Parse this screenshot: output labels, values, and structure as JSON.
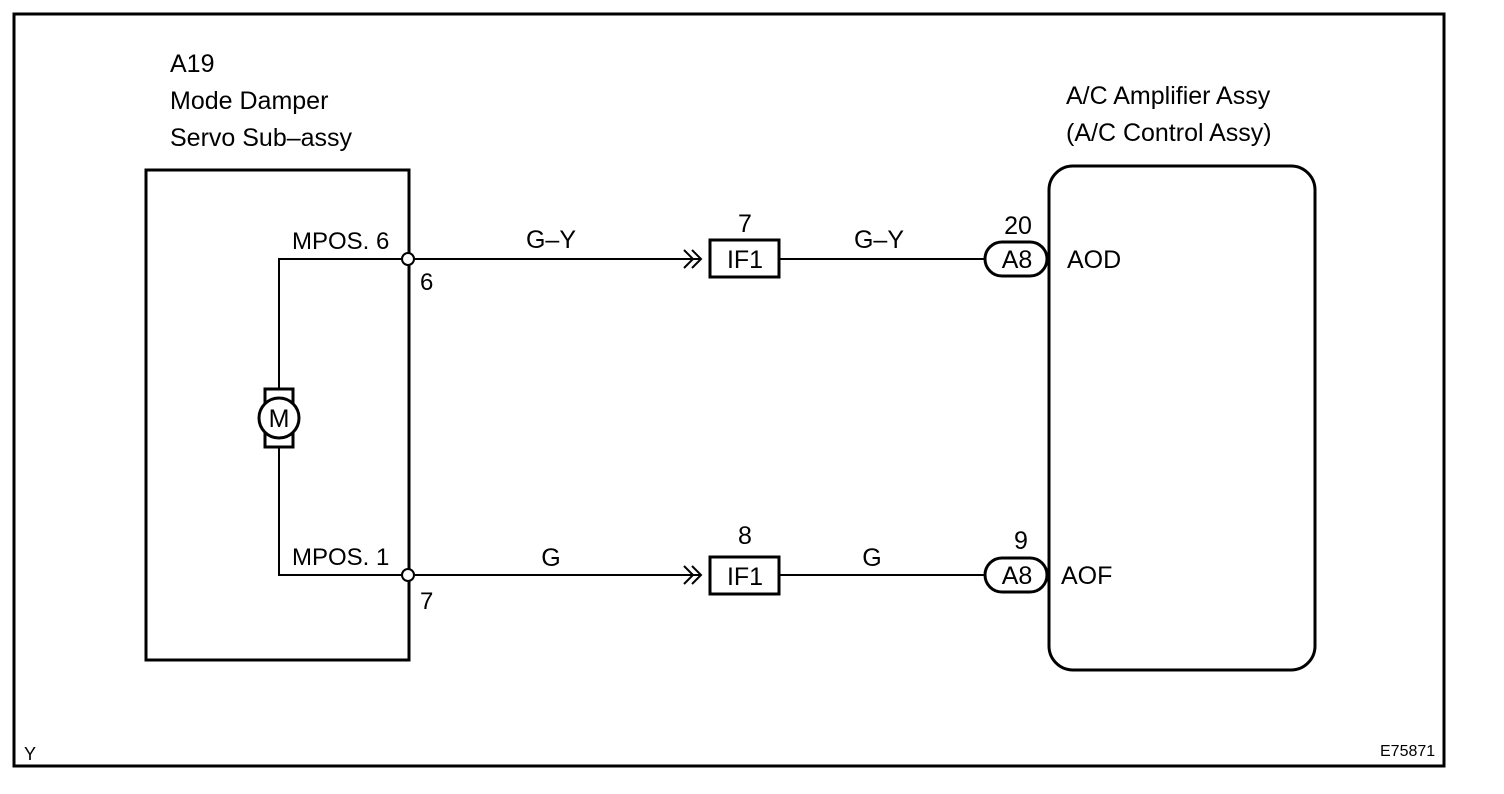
{
  "left_component": {
    "id": "A19",
    "name_line1": "Mode Damper",
    "name_line2": "Servo Sub–assy",
    "motor_symbol": "M",
    "terminal_top_label": "MPOS. 6",
    "terminal_top_pin": "6",
    "terminal_bottom_label": "MPOS. 1",
    "terminal_bottom_pin": "7"
  },
  "right_component": {
    "name_line1": "A/C Amplifier Assy",
    "name_line2": "(A/C Control Assy)",
    "connector_top": {
      "pin": "20",
      "connector": "A8",
      "terminal": "AOD"
    },
    "connector_bottom": {
      "pin": "9",
      "connector": "A8",
      "terminal": "AOF"
    }
  },
  "wires": {
    "top": {
      "color_left": "G–Y",
      "junction": "IF1",
      "junction_pin": "7",
      "color_right": "G–Y"
    },
    "bottom": {
      "color_left": "G",
      "junction": "IF1",
      "junction_pin": "8",
      "color_right": "G"
    }
  },
  "footer": {
    "left_mark": "Y",
    "figure_id": "E75871"
  }
}
